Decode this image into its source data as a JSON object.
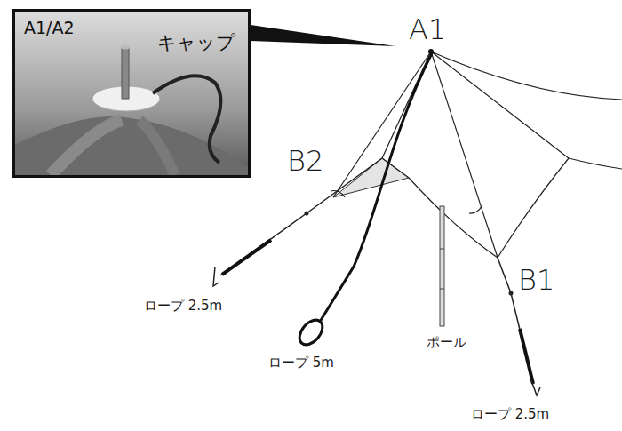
{
  "diagram": {
    "nodes": [
      {
        "text": [
          "A1/A2",
          "キャップ"
        ]
      }
    ],
    "labels": [
      "A1",
      "B2",
      "B1",
      "ロープ 2.5m",
      "ロープ 5m",
      "ポール",
      "ロープ 2.5m"
    ]
  }
}
